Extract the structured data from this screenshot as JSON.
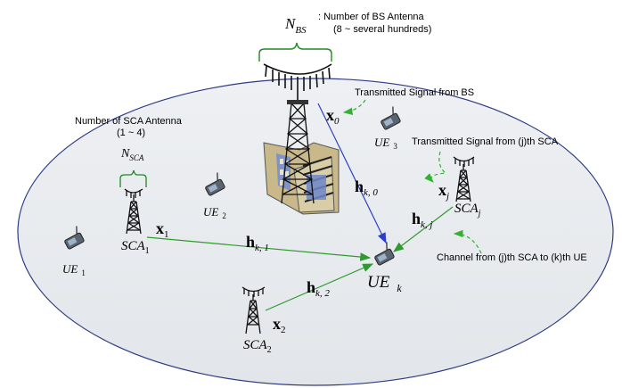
{
  "colors": {
    "ellipse_fill": "#e8ebee",
    "ellipse_stroke": "#2f3c82",
    "blue_arrow": "#2e3fc5",
    "green_arrow": "#2f9a2f",
    "dashed_green": "#35b035",
    "brace": "#1f8a1f"
  },
  "bs": {
    "n_label_main": "N",
    "n_label_sub": "BS",
    "desc_line1": ": Number of  BS Antenna",
    "desc_line2": "(8 ~ several hundreds)"
  },
  "sca_antenna": {
    "title_line1": "Number of  SCA Antenna",
    "title_line2": "(1 ~ 4)",
    "n_label_main": "N",
    "n_label_sub": "SCA"
  },
  "annotations": {
    "tx_bs": "Transmitted Signal from BS",
    "tx_sca": "Transmitted Signal from  (j)th SCA",
    "channel": "Channel from (j)th SCA to (k)th UE"
  },
  "signals": {
    "x0": {
      "main": "x",
      "sub": "0"
    },
    "x1": {
      "main": "x",
      "sub": "1"
    },
    "x2": {
      "main": "x",
      "sub": "2"
    },
    "xj": {
      "main": "x",
      "sub": "j"
    }
  },
  "channels": {
    "hk0": {
      "main": "h",
      "sub": "k, 0"
    },
    "hk1": {
      "main": "h",
      "sub": "k, 1"
    },
    "hk2": {
      "main": "h",
      "sub": "k, 2"
    },
    "hkj": {
      "main": "h",
      "sub": "k, j"
    }
  },
  "nodes": {
    "sca1": {
      "main": "SCA",
      "sub": "1"
    },
    "sca2": {
      "main": "SCA",
      "sub": "2"
    },
    "scaj": {
      "main": "SCA",
      "sub": "j"
    },
    "ue1": {
      "main": "UE",
      "sub": "1"
    },
    "ue2": {
      "main": "UE",
      "sub": "2"
    },
    "ue3": {
      "main": "UE",
      "sub": "3"
    },
    "uek": {
      "main": "UE",
      "sub": "k"
    }
  }
}
